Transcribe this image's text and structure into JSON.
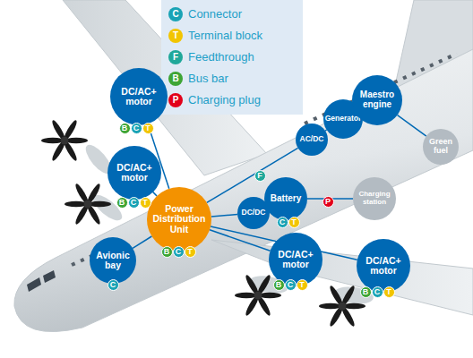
{
  "diagram": {
    "nodes": [
      {
        "text": [
          "DC/AC+ motor"
        ]
      },
      {
        "text": [
          "DC/AC+ motor"
        ]
      },
      {
        "text": [
          "Power Distribution Unit"
        ]
      },
      {
        "text": [
          "Avionic bay"
        ]
      },
      {
        "text": [
          "DC/DC"
        ]
      },
      {
        "text": [
          "Battery"
        ]
      },
      {
        "text": [
          "AC/DC"
        ]
      },
      {
        "text": [
          "Generator"
        ]
      },
      {
        "text": [
          "Maestro engine"
        ]
      },
      {
        "text": [
          "Green fuel"
        ]
      },
      {
        "text": [
          "Charging station"
        ]
      },
      {
        "text": [
          "DC/AC+ motor"
        ]
      },
      {
        "text": [
          "DC/AC+ motor"
        ]
      }
    ],
    "edges": [
      {
        "from": 2,
        "to": 0,
        "arrow": "none"
      },
      {
        "from": 2,
        "to": 1,
        "arrow": "none"
      },
      {
        "from": 2,
        "to": 3,
        "arrow": "none"
      },
      {
        "from": 2,
        "to": 4,
        "arrow": "none"
      },
      {
        "from": 4,
        "to": 5,
        "arrow": "none"
      },
      {
        "from": 2,
        "to": 6,
        "arrow": "none"
      },
      {
        "from": 6,
        "to": 7,
        "arrow": "none"
      },
      {
        "from": 7,
        "to": 8,
        "arrow": "none"
      },
      {
        "from": 8,
        "to": 9,
        "arrow": "none"
      },
      {
        "from": 5,
        "to": 10,
        "arrow": "none"
      },
      {
        "from": 2,
        "to": 11,
        "arrow": "none"
      },
      {
        "from": 2,
        "to": 12,
        "arrow": "none"
      }
    ],
    "labels": [
      "C",
      "T",
      "F",
      "B",
      "P",
      "B",
      "C",
      "T",
      "B",
      "C",
      "T",
      "B",
      "C",
      "T",
      "C",
      "F",
      "C",
      "T",
      "P",
      "B",
      "C",
      "T",
      "B",
      "C",
      "T"
    ],
    "legend": [
      {
        "text": "Connector",
        "color": "#1aa3b5"
      },
      {
        "text": "Terminal block",
        "color": "#f2c500"
      },
      {
        "text": "Feedthrough",
        "color": "#1fa89a"
      },
      {
        "text": "Bus bar",
        "color": "#3ea535"
      },
      {
        "text": "Charging plug",
        "color": "#e2001a"
      }
    ]
  }
}
